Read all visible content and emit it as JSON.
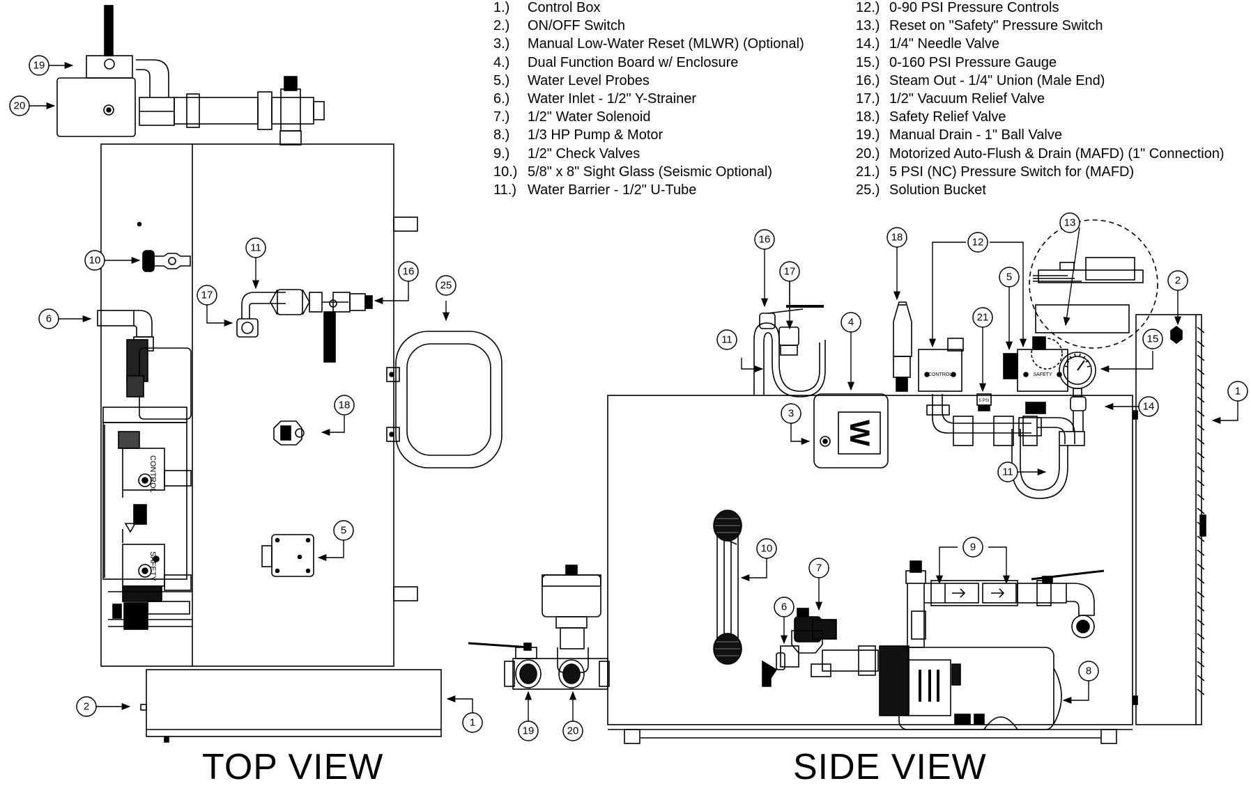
{
  "legend_left": [
    {
      "num": "1.)",
      "label": "Control Box"
    },
    {
      "num": "2.)",
      "label": "ON/OFF Switch"
    },
    {
      "num": "3.)",
      "label": "Manual Low-Water Reset (MLWR) (Optional)"
    },
    {
      "num": "4.)",
      "label": "Dual Function Board w/ Enclosure"
    },
    {
      "num": "5.)",
      "label": "Water Level Probes"
    },
    {
      "num": "6.)",
      "label": "Water Inlet - 1/2\" Y-Strainer"
    },
    {
      "num": "7.)",
      "label": "1/2\" Water Solenoid"
    },
    {
      "num": "8.)",
      "label": "1/3 HP Pump & Motor"
    },
    {
      "num": "9.)",
      "label": "1/2\" Check Valves"
    },
    {
      "num": "10.)",
      "label": "5/8\" x 8\" Sight Glass (Seismic Optional)"
    },
    {
      "num": "11.)",
      "label": "Water Barrier - 1/2\" U-Tube"
    }
  ],
  "legend_right": [
    {
      "num": "12.)",
      "label": "0-90 PSI Pressure Controls"
    },
    {
      "num": "13.)",
      "label": "Reset on \"Safety\" Pressure Switch"
    },
    {
      "num": "14.)",
      "label": "1/4\" Needle Valve"
    },
    {
      "num": "15.)",
      "label": "0-160 PSI Pressure Gauge"
    },
    {
      "num": "16.)",
      "label": "Steam Out - 1/4\" Union (Male End)"
    },
    {
      "num": "17.)",
      "label": "1/2\" Vacuum Relief Valve"
    },
    {
      "num": "18.)",
      "label": "Safety Relief Valve"
    },
    {
      "num": "19.)",
      "label": "Manual Drain - 1\" Ball Valve"
    },
    {
      "num": "20.)",
      "label": "Motorized Auto-Flush & Drain (MAFD) (1\" Connection)"
    },
    {
      "num": "21.)",
      "label": "5 PSI (NC) Pressure Switch for (MAFD)"
    },
    {
      "num": "25.)",
      "label": "Solution Bucket"
    }
  ],
  "views": {
    "top": "TOP VIEW",
    "side": "SIDE VIEW"
  },
  "part_labels": {
    "control": "CONTROL",
    "safety": "SAFETY",
    "five_psi": "5 PSI",
    "board_mark": "W"
  },
  "callouts": {
    "top": {
      "c19": "19",
      "c20": "20",
      "c10": "10",
      "c6": "6",
      "c11": "11",
      "c17": "17",
      "c16": "16",
      "c25": "25",
      "c18": "18",
      "c5": "5",
      "c2": "2",
      "c1": "1"
    },
    "side": {
      "c16": "16",
      "c17": "17",
      "c18": "18",
      "c12": "12",
      "c13": "13",
      "c2": "2",
      "c11a": "11",
      "c4": "4",
      "c3": "3",
      "c21": "21",
      "c5": "5",
      "c15": "15",
      "c14": "14",
      "c1": "1",
      "c11b": "11",
      "c10": "10",
      "c7": "7",
      "c6": "6",
      "c9": "9",
      "c8": "8",
      "c19": "19",
      "c20": "20"
    }
  }
}
